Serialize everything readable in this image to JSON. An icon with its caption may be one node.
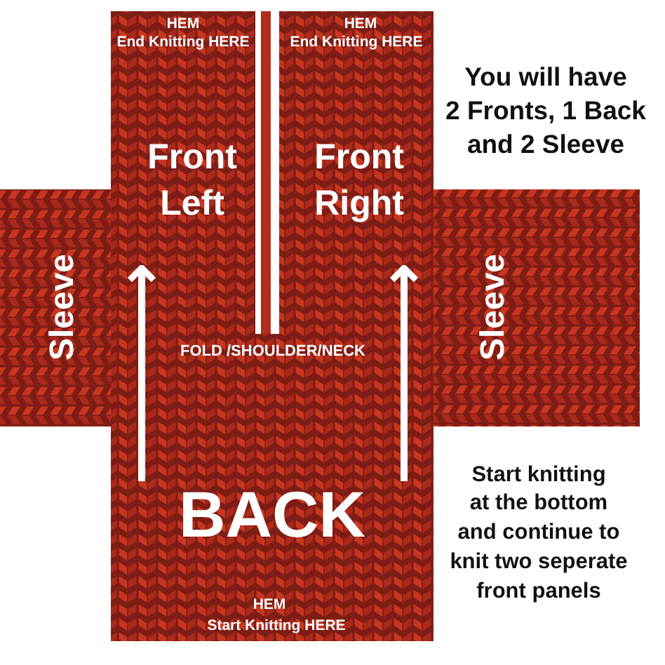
{
  "diagram": {
    "nodes": [
      {
        "text": [
          "HEM",
          "End Knitting HERE",
          "Front Left"
        ]
      },
      {
        "text": [
          "HEM",
          "End Knitting HERE",
          "Front Right"
        ]
      },
      {
        "text": [
          "Sleeve"
        ]
      },
      {
        "text": [
          "Sleeve"
        ]
      },
      {
        "text": [
          "FOLD /SHOULDER/NECK",
          "BACK",
          "HEM",
          "Start Knitting HERE"
        ]
      }
    ],
    "edges": [
      {
        "from": 4,
        "to": 0,
        "arrow": "to"
      },
      {
        "from": 4,
        "to": 1,
        "arrow": "to"
      }
    ],
    "labels": [
      "You will have 2 Fronts, 1 Back and 2 Sleeve",
      "Start knitting at the bottom and continue to knit two seperate front panels"
    ]
  }
}
